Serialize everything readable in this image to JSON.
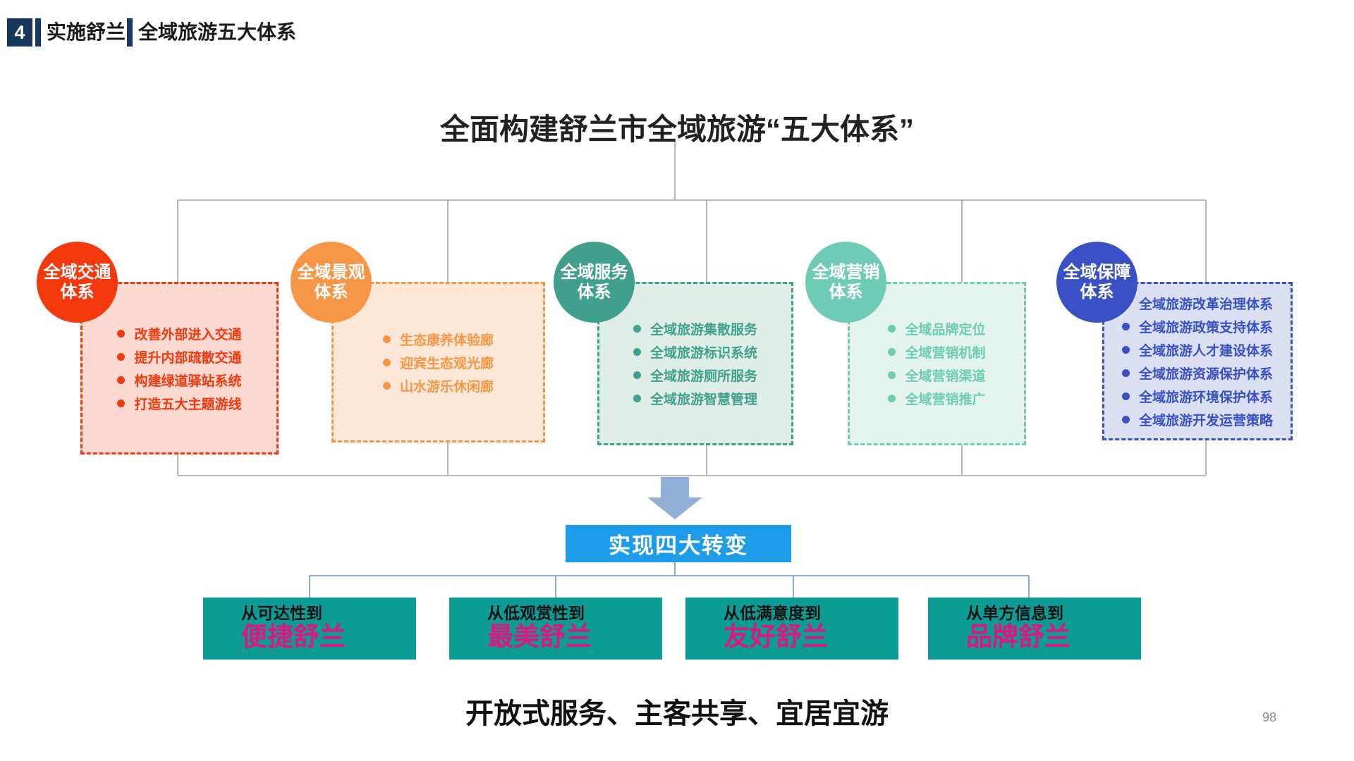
{
  "header": {
    "number": "4",
    "section": "实施舒兰",
    "title": "全域旅游五大体系"
  },
  "main_title": "全面构建舒兰市全域旅游“五大体系”",
  "systems": [
    {
      "label": "全域交通体系",
      "color": "#F4390F",
      "bg": "#FBD9D0",
      "items": [
        "改善外部进入交通",
        "提升内部疏散交通",
        "构建绿道驿站系统",
        "打造五大主题游线"
      ]
    },
    {
      "label": "全域景观体系",
      "color": "#F79646",
      "bg": "#FDE8D7",
      "items": [
        "生态康养体验廊",
        "迎宾生态观光廊",
        "山水游乐休闲廊"
      ]
    },
    {
      "label": "全域服务体系",
      "color": "#41A08D",
      "bg": "#DEEEE7",
      "items": [
        "全域旅游集散服务",
        "全域旅游标识系统",
        "全域旅游厕所服务",
        "全域旅游智慧管理"
      ]
    },
    {
      "label": "全域营销体系",
      "color": "#6FCBB5",
      "bg": "#E3F4EF",
      "items": [
        "全域品牌定位",
        "全域营销机制",
        "全域营销渠道",
        "全域营销推广"
      ]
    },
    {
      "label": "全域保障体系",
      "color": "#3A50C5",
      "bg": "#DBDFF2",
      "items": [
        "全域旅游改革治理体系",
        "全域旅游政策支持体系",
        "全域旅游人才建设体系",
        "全域旅游资源保护体系",
        "全域旅游环境保护体系",
        "全域旅游开发运营策略"
      ]
    }
  ],
  "banner": {
    "label": "实现四大转变",
    "color": "#1E9CE9"
  },
  "transforms": [
    {
      "from": "从可达性到",
      "to": "便捷舒兰"
    },
    {
      "from": "从低观赏性到",
      "to": "最美舒兰"
    },
    {
      "from": "从低满意度到",
      "to": "友好舒兰"
    },
    {
      "from": "从单方信息到",
      "to": "品牌舒兰"
    }
  ],
  "slogan": "开放式服务、主客共享、宜居宜游",
  "page_number": "98",
  "colors": {
    "header_navy": "#17375E",
    "banner_blue": "#1E9CE9",
    "transform_box_teal": "#0D9B95",
    "transform_magenta": "#D91980",
    "arrow_blue": "#92AFD7",
    "tree_line_gray": "#A6A6A6",
    "bracket_line_blue": "#6F96C6"
  }
}
